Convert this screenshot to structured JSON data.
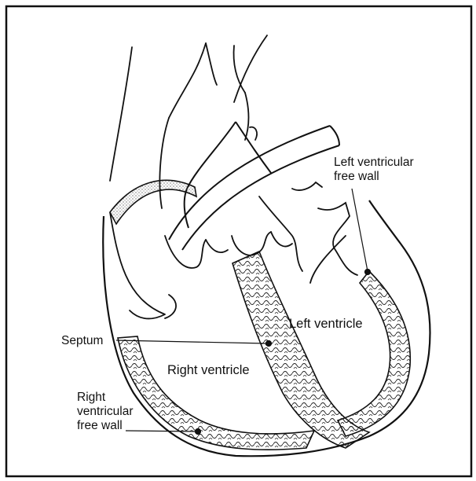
{
  "labels": {
    "left_free_wall": [
      "Left ventricular",
      "free wall"
    ],
    "left_ventricle": "Left ventricle",
    "septum": "Septum",
    "right_ventricle": "Right ventricle",
    "right_free_wall": [
      "Right",
      "ventricular",
      "free wall"
    ]
  }
}
